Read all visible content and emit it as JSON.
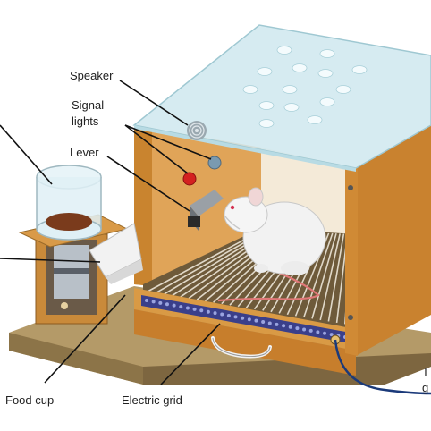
{
  "labels": {
    "speaker": "Speaker",
    "signal_lights_line1": "Signal",
    "signal_lights_line2": "lights",
    "lever": "Lever",
    "food_cup": "Food cup",
    "electric_grid": "Electric grid",
    "right_edge_line1": "T",
    "right_edge_line2": "g"
  },
  "colors": {
    "wood": "#d9953f",
    "wood_dark": "#b8732a",
    "base": "#a89060",
    "glass": "#cfe8ee",
    "grid_blue": "#3a3f8a",
    "signal_red": "#d42020",
    "signal_blue": "#7a9ab0",
    "food_brown": "#7a3b1c",
    "wire": "#1b3a7a"
  }
}
